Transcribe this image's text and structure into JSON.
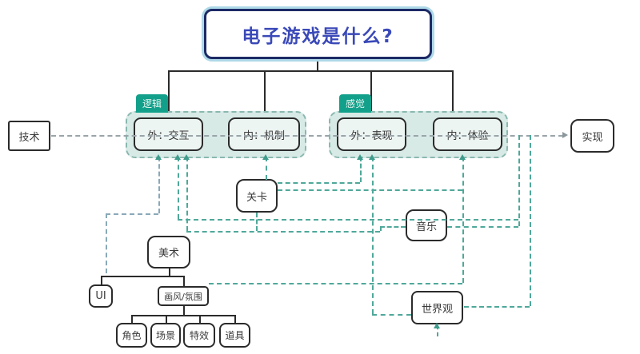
{
  "title": "电子游戏是什么?",
  "tags": {
    "logic": "逻辑",
    "feeling": "感觉"
  },
  "nodes": {
    "tech": "技术",
    "impl": "实现",
    "interaction": "外：交互",
    "mechanism": "内：机制",
    "presentation": "外：表现",
    "experience": "内：体验",
    "level": "关卡",
    "music": "音乐",
    "art": "美术",
    "ui": "UI",
    "style": "画风/氛围",
    "character": "角色",
    "scene": "场景",
    "effects": "特效",
    "props": "道具",
    "worldview": "世界观"
  },
  "edges": {
    "solid": [
      {
        "from": "电子游戏是什么?",
        "to": "外：交互"
      },
      {
        "from": "电子游戏是什么?",
        "to": "内：机制"
      },
      {
        "from": "电子游戏是什么?",
        "to": "外：表现"
      },
      {
        "from": "电子游戏是什么?",
        "to": "内：体验"
      },
      {
        "from": "美术",
        "to": "UI"
      },
      {
        "from": "美术",
        "to": "画风/氛围"
      },
      {
        "from": "画风/氛围",
        "to": "角色"
      },
      {
        "from": "画风/氛围",
        "to": "场景"
      },
      {
        "from": "画风/氛围",
        "to": "特效"
      },
      {
        "from": "画风/氛围",
        "to": "道具"
      }
    ],
    "dashed": [
      {
        "from": "技术",
        "to": "实现"
      },
      {
        "from": "UI",
        "to": "外：交互"
      },
      {
        "from": "关卡",
        "to": "内：机制"
      },
      {
        "from": "关卡",
        "to": "外：表现"
      },
      {
        "from": "关卡",
        "to": "内：体验"
      },
      {
        "from": "音乐",
        "to": "实现"
      },
      {
        "from": "画风/氛围",
        "to": "内：体验"
      },
      {
        "from": "外：表现",
        "to": "世界观"
      },
      {
        "from": "世界观",
        "to": "实现"
      }
    ]
  },
  "colors": {
    "title_text": "#3a49b8",
    "title_border": "#1d2a66",
    "title_glow": "#aed9e8",
    "tag_bg": "#12a08b",
    "group_bg": "#d8eae6",
    "group_border": "#8ab8b0",
    "node_border": "#2b2b2b",
    "dashed_teal": "#4fa89a",
    "dashed_slate": "#8aa9b8",
    "dashed_gray": "#9aa5ab"
  }
}
